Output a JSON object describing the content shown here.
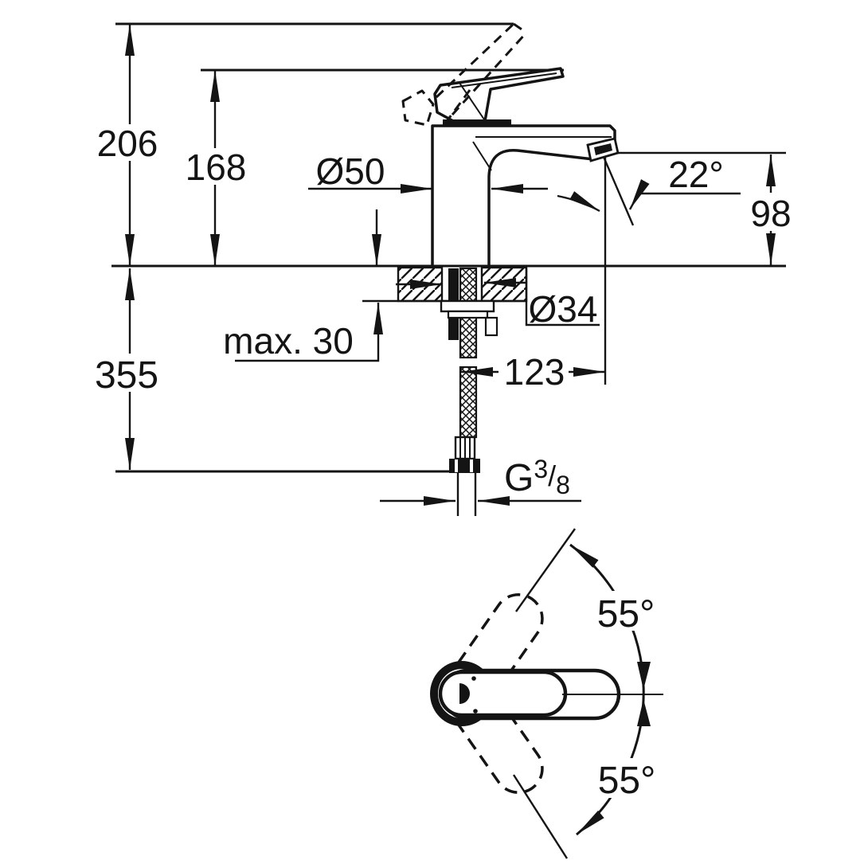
{
  "page": {
    "background": "#ffffff",
    "line_color": "#141414",
    "title": "faucet dimensional drawing"
  },
  "side_view": {
    "dimensions": {
      "total_height": "206",
      "handle_height": "168",
      "base_diameter": "Ø50",
      "spout_angle": "22°",
      "spout_height": "98",
      "mounting_thickness": "max. 30",
      "hole_diameter": "Ø34",
      "spout_reach": "123",
      "below_counter_length": "355",
      "thread": {
        "prefix": "G",
        "numerator": "3",
        "separator": "/",
        "denominator": "8"
      }
    }
  },
  "top_view": {
    "dimensions": {
      "swing_angle_upper": "55°",
      "swing_angle_lower": "55°"
    }
  }
}
